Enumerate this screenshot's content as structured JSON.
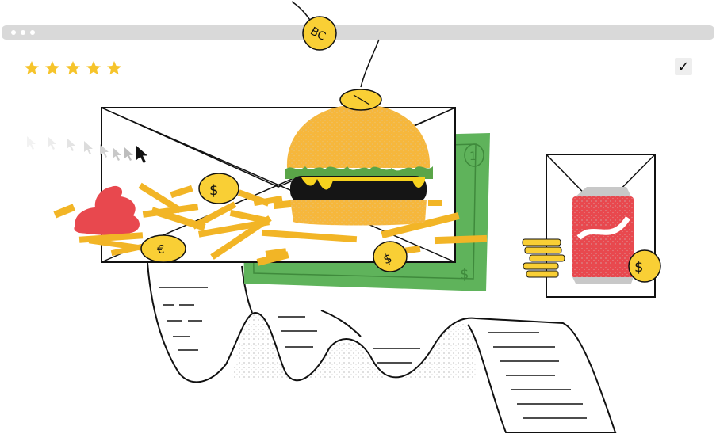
{
  "browser": {
    "dots": 3,
    "bar_color": "#d9d9d9"
  },
  "rating": {
    "stars": 5,
    "star_color": "#f6c42b"
  },
  "checkbox": {
    "checked": true,
    "mark": "✓"
  },
  "coins": {
    "bitcoin_label": "BC",
    "dollar_label": "$",
    "euro_label": "€"
  },
  "banknote": {
    "corner_number": "1",
    "symbol": "$",
    "color": "#5fb35b"
  },
  "colors": {
    "bun": "#f6b73c",
    "lettuce": "#5aa548",
    "patty": "#151515",
    "cheese": "#f7d21e",
    "ketchup": "#e8484e",
    "fries": "#f2b526",
    "can": "#e8484e",
    "coin": "#f9cf35"
  },
  "icons": [
    "star-icon",
    "checkmark-icon",
    "cursor-arrow-icon",
    "coin-icon",
    "receipt-icon",
    "burger-icon",
    "soda-can-icon",
    "envelope-icon",
    "banknote-icon"
  ]
}
